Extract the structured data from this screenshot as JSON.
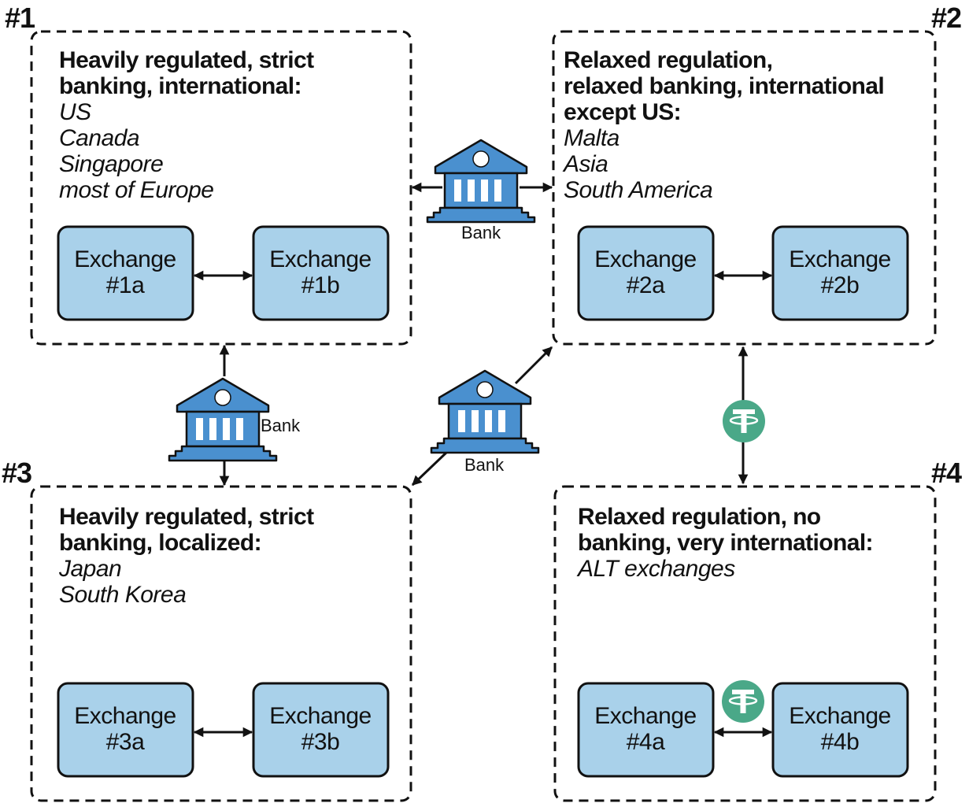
{
  "regions": [
    {
      "id": "1",
      "number": "#1",
      "heading": [
        "Heavily regulated, strict",
        "banking, international:"
      ],
      "locations": [
        "US",
        "Canada",
        "Singapore",
        "most of Europe"
      ],
      "exchanges": [
        {
          "line1": "Exchange",
          "line2": "#1a"
        },
        {
          "line1": "Exchange",
          "line2": "#1b"
        }
      ]
    },
    {
      "id": "2",
      "number": "#2",
      "heading": [
        "Relaxed regulation,",
        "relaxed banking, international",
        "except US:"
      ],
      "locations": [
        "Malta",
        "Asia",
        "South America"
      ],
      "exchanges": [
        {
          "line1": "Exchange",
          "line2": "#2a"
        },
        {
          "line1": "Exchange",
          "line2": "#2b"
        }
      ]
    },
    {
      "id": "3",
      "number": "#3",
      "heading": [
        "Heavily regulated, strict",
        "banking, localized:"
      ],
      "locations": [
        "Japan",
        "South Korea"
      ],
      "exchanges": [
        {
          "line1": "Exchange",
          "line2": "#3a"
        },
        {
          "line1": "Exchange",
          "line2": "#3b"
        }
      ]
    },
    {
      "id": "4",
      "number": "#4",
      "heading": [
        "Relaxed regulation, no",
        "banking, very international:"
      ],
      "locations": [
        "ALT exchanges"
      ],
      "exchanges": [
        {
          "line1": "Exchange",
          "line2": "#4a"
        },
        {
          "line1": "Exchange",
          "line2": "#4b"
        }
      ]
    }
  ],
  "banks": [
    {
      "label": "Bank"
    },
    {
      "label": "Bank"
    },
    {
      "label": "Bank"
    }
  ],
  "icons": {
    "bank": "bank-building-icon",
    "stablecoin": "tether-coin-icon"
  },
  "colors": {
    "exchange_fill": "#a9d1ea",
    "bank_fill": "#4a90cf",
    "tether": "#4aa888",
    "stroke": "#111111"
  }
}
